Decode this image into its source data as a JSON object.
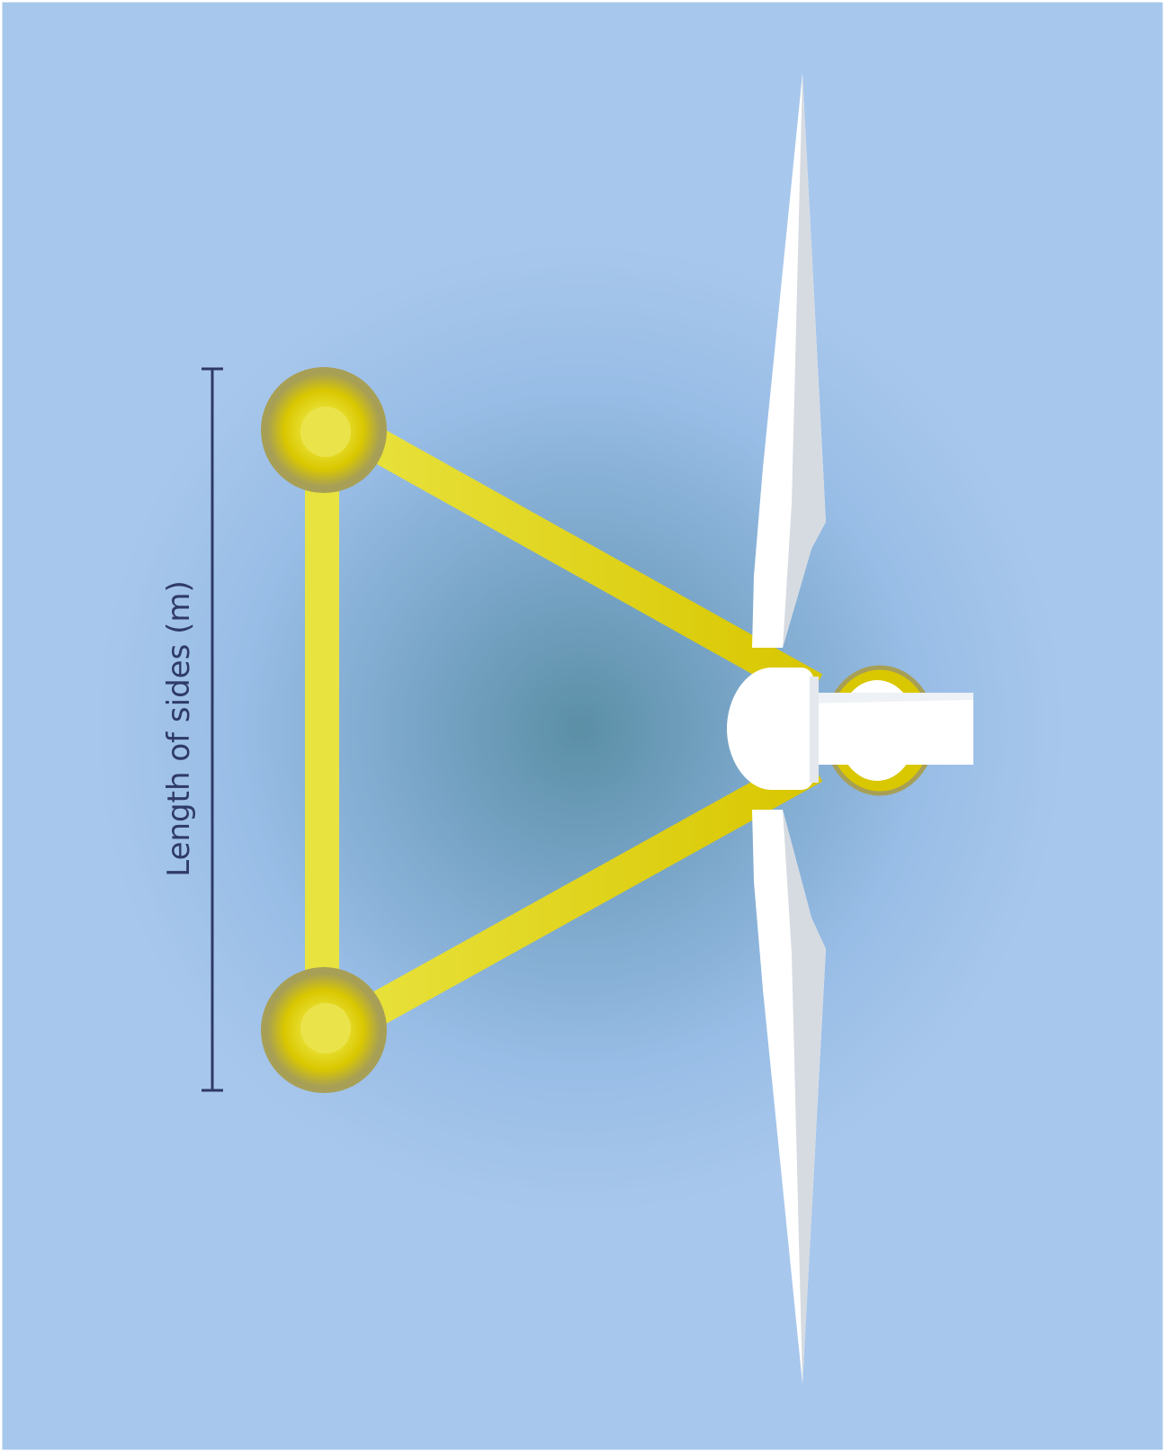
{
  "diagram": {
    "dimension_label": "Length of sides (m)",
    "colors": {
      "background": "#a8c7ec",
      "water_center": "#5b8fa6",
      "floater": "#d9c700",
      "floater_highlight": "#ebe34a",
      "floater_rim": "#a79f56",
      "brace": "#e9e33f",
      "brace_shadow": "#d8c600",
      "turbine": "#ffffff",
      "turbine_shade": "#d6dbe2",
      "dimension_line": "#2f3a66"
    },
    "icons": [
      "floating-platform-triangle",
      "wind-turbine-top-view",
      "dimension-line"
    ]
  }
}
